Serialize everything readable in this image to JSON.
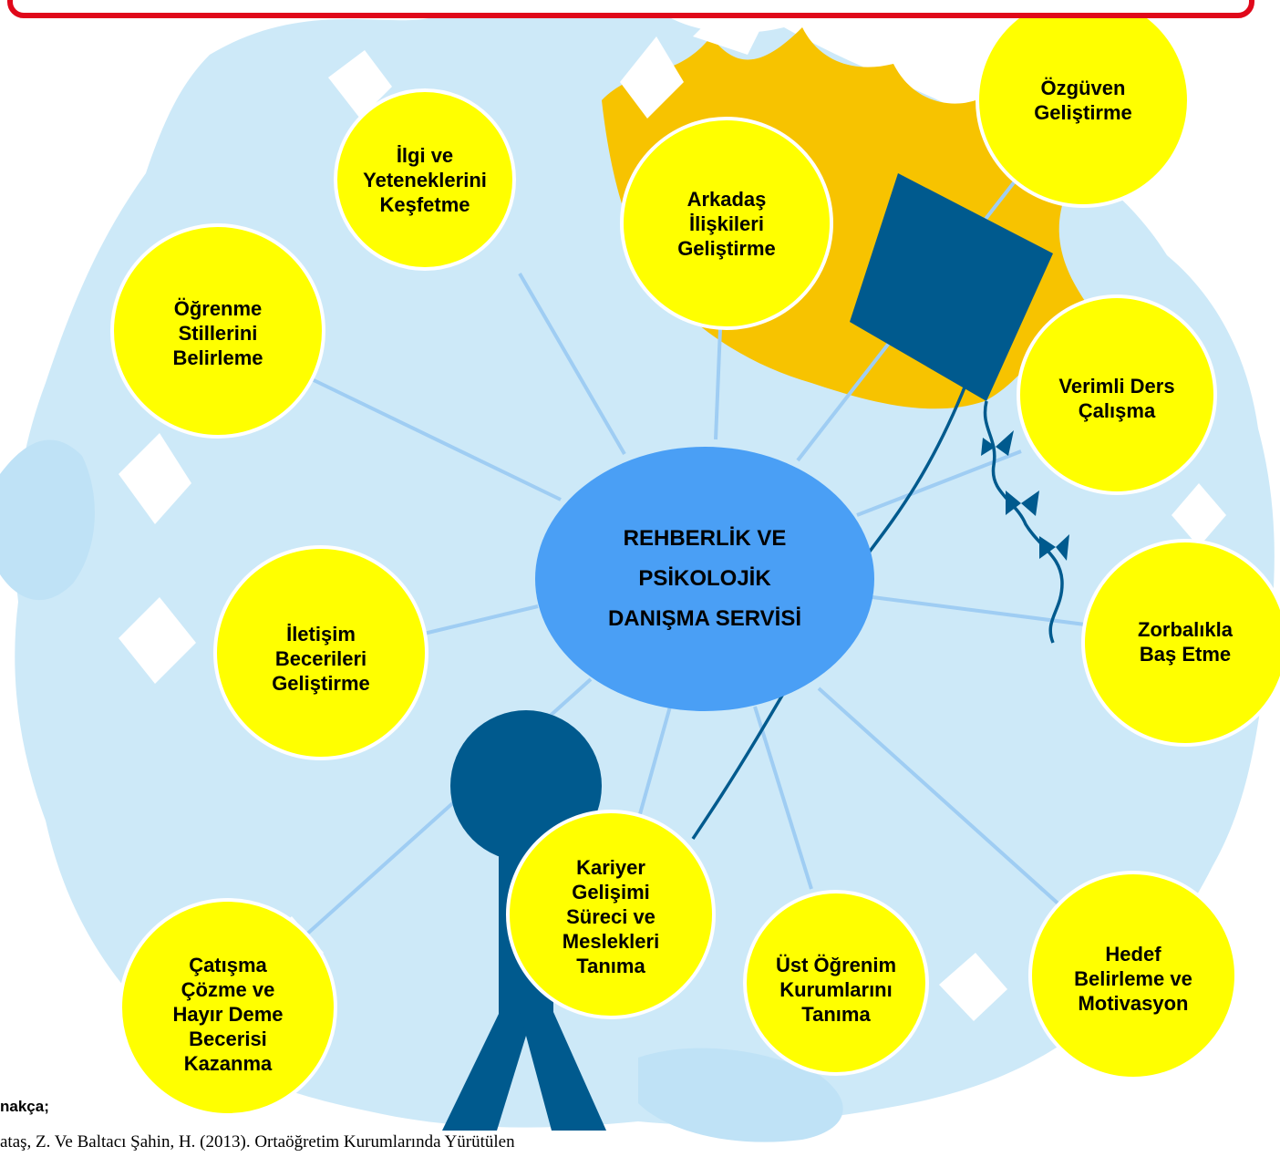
{
  "diagram": {
    "center": {
      "lines": [
        "REHBERLİK VE",
        "PSİKOLOJİK",
        "DANIŞMA SERVİSİ"
      ]
    },
    "nodes": [
      {
        "id": "ozguven",
        "label": "Özgüven\nGeliştirme"
      },
      {
        "id": "ilgi",
        "label": "İlgi ve\nYeteneklerini\nKeşfetme"
      },
      {
        "id": "arkadas",
        "label": "Arkadaş\nİlişkileri\nGeliştirme"
      },
      {
        "id": "ogrenme",
        "label": "Öğrenme\nStillerini\nBelirleme"
      },
      {
        "id": "verimli",
        "label": "Verimli Ders\nÇalışma"
      },
      {
        "id": "iletisim",
        "label": "İletişim\nBecerileri\nGeliştirme"
      },
      {
        "id": "zorbalik",
        "label": "Zorbalıkla\nBaş Etme"
      },
      {
        "id": "kariyer",
        "label": "Kariyer\nGelişimi\nSüreci ve\nMeslekleri\nTanıma"
      },
      {
        "id": "ust",
        "label": "Üst Öğrenim\nKurumlarını\nTanıma"
      },
      {
        "id": "hedef",
        "label": "Hedef\nBelirleme ve\nMotivasyon"
      },
      {
        "id": "catisma",
        "label": "Çatışma\nÇözme ve\nHayır Deme\nBecerisi\nKazanma"
      }
    ]
  },
  "references": {
    "heading": "nakça;",
    "line1": "ataş, Z. Ve Baltacı Şahin, H. (2013). Ortaöğretim Kurumlarında Yürütülen"
  },
  "colors": {
    "background_shape": "#cde9f8",
    "background_shape_dark": "#bfe2f6",
    "sun": "#f7c300",
    "kite_and_person": "#005a8e",
    "node_fill": "#ffff00",
    "center_fill": "#4a9ff5",
    "connector": "#9fcdf3",
    "banner_border": "#e0081a"
  }
}
